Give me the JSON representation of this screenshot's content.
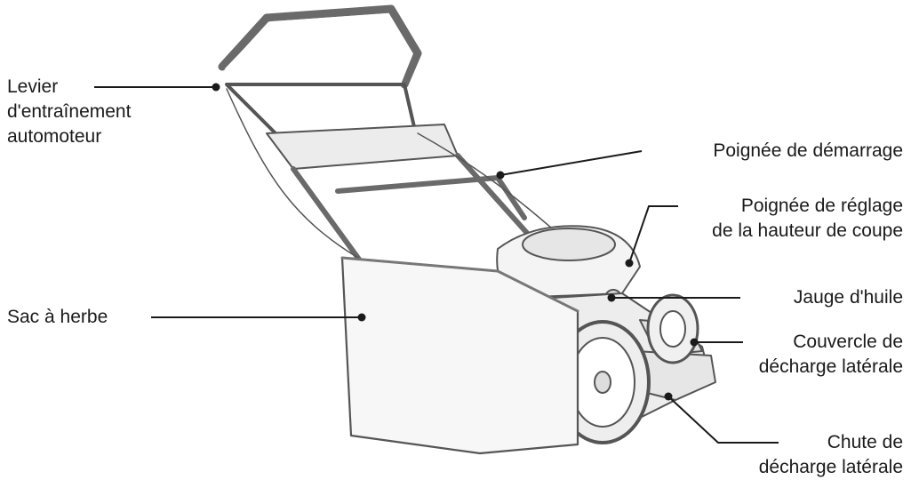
{
  "labels": {
    "self_propel_lever": [
      "Levier",
      "d'entraînement",
      "automoteur"
    ],
    "grass_bag": [
      "Sac à herbe"
    ],
    "starter_handle": [
      "Poignée de démarrage"
    ],
    "height_adjust_handle": [
      "Poignée de réglage",
      "de la hauteur de coupe"
    ],
    "oil_dipstick": [
      "Jauge d'huile"
    ],
    "side_discharge_cover": [
      "Couvercle de",
      "décharge latérale"
    ],
    "side_discharge_chute": [
      "Chute de",
      "décharge latérale"
    ]
  },
  "colors": {
    "text": "#1a1a1a",
    "line": "#1a1a1a",
    "drawing_stroke": "#555555",
    "drawing_fill": "#f4f4f4"
  },
  "icons": {
    "illustration": "lawn-mower-illustration"
  }
}
